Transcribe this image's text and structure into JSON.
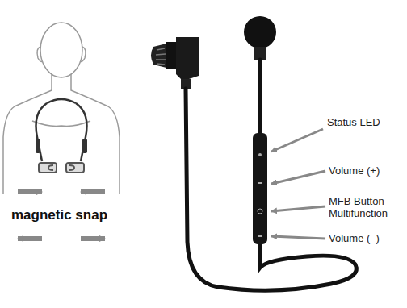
{
  "diagram": {
    "labels": [
      "magnetic snap",
      "Status LED",
      "Volume (+)",
      "MFB Button Multifunction",
      "Volume (–)"
    ]
  }
}
